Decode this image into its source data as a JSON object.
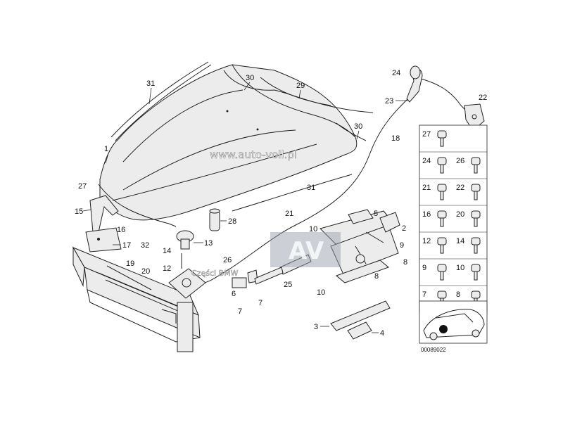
{
  "watermark": "www.auto-voll.pl",
  "watermark_small": "Części BMW",
  "logo_text": "AV",
  "diagram_code": "00089022",
  "callouts": {
    "hood": "1",
    "latch": "2",
    "latch_plate": "3",
    "latch_bracket": "4",
    "lever": "5",
    "clip_a": "6",
    "clip_b": "7",
    "bolt_a": "8",
    "bolt_b": "9",
    "bolt_c": "10",
    "nut": "12",
    "buffer": "13",
    "washer": "14",
    "hinge": "15",
    "pad": "16",
    "hinge_bracket": "17",
    "cable": "18",
    "rod": "19",
    "gas_strut": "20",
    "bowden": "21",
    "release_bracket": "22",
    "release_handle": "23",
    "grip": "24",
    "gas_strut_lower": "25",
    "holder": "26",
    "stopper": "27",
    "rubber_buffer": "28",
    "seal_front": "29",
    "seal_side_l": "30",
    "seal_side_r": "30",
    "seal_rear_l": "31",
    "seal_rear_r": "31",
    "seal_lower": "32"
  },
  "legend": [
    {
      "no": "27",
      "icon": "stopper-icon"
    },
    {
      "no": "24",
      "icon": "screw-icon"
    },
    {
      "no": "26",
      "icon": "clip-icon"
    },
    {
      "no": "21",
      "icon": "tie-icon"
    },
    {
      "no": "22",
      "icon": "screw-icon"
    },
    {
      "no": "16",
      "icon": "bolt-icon"
    },
    {
      "no": "20",
      "icon": "bracket-icon"
    },
    {
      "no": "12",
      "icon": "bolt-icon"
    },
    {
      "no": "14",
      "icon": "nut-icon"
    },
    {
      "no": "9",
      "icon": "bolt-icon"
    },
    {
      "no": "10",
      "icon": "bolt-icon"
    },
    {
      "no": "7",
      "icon": "bolt-icon"
    },
    {
      "no": "8",
      "icon": "bolt-icon"
    }
  ]
}
